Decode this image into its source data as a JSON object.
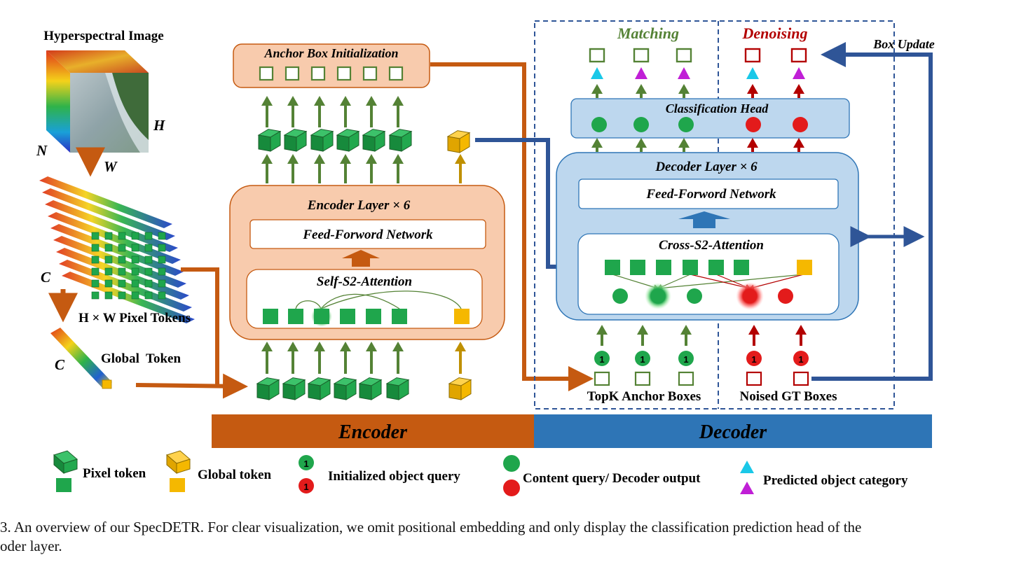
{
  "colors": {
    "encoder": "#c55a11",
    "decoder": "#2e6db5",
    "green": "#1fa64c",
    "yellow": "#f5b800",
    "red": "#e31b1b",
    "purple": "#c01fd6",
    "cyan": "#1ac8e8",
    "arrow_green": "#548235",
    "arrow_red": "#b30000",
    "navy": "#2f5597"
  },
  "input": {
    "title": "Hyperspectral Image",
    "dim_h": "H",
    "dim_w": "W",
    "dim_n": "N",
    "dim_c": "C",
    "dim_c2": "C",
    "pixel_tokens_label": "H × W  Pixel Tokens",
    "global_token_label": "Global  Token"
  },
  "encoder": {
    "anchor_init_title": "Anchor Box Initialization",
    "layer_title": "Encoder Layer × 6",
    "ffn_label": "Feed-Forword Network",
    "attention_label": "Self-S2-Attention",
    "bar_label": "Encoder"
  },
  "decoder": {
    "matching_label": "Matching",
    "denoising_label": "Denoising",
    "box_update_label": "Box Update",
    "cls_head_label": "Classification Head",
    "layer_title": "Decoder Layer × 6",
    "ffn_label": "Feed-Forword Network",
    "attention_label": "Cross-S2-Attention",
    "topk_label": "TopK Anchor Boxes",
    "noised_label": "Noised GT Boxes",
    "query_number": "1",
    "bar_label": "Decoder"
  },
  "legend": {
    "pixel_token": "Pixel token",
    "global_token": "Global token",
    "init_query": "Initialized object query",
    "content_query": "Content query/ Decoder output",
    "predicted_category": "Predicted object category",
    "query_number": "1"
  },
  "caption": {
    "line1": "3.  An overview of our SpecDETR. For clear visualization, we omit positional embedding and only display the classification prediction head of the",
    "line2": "oder layer."
  }
}
